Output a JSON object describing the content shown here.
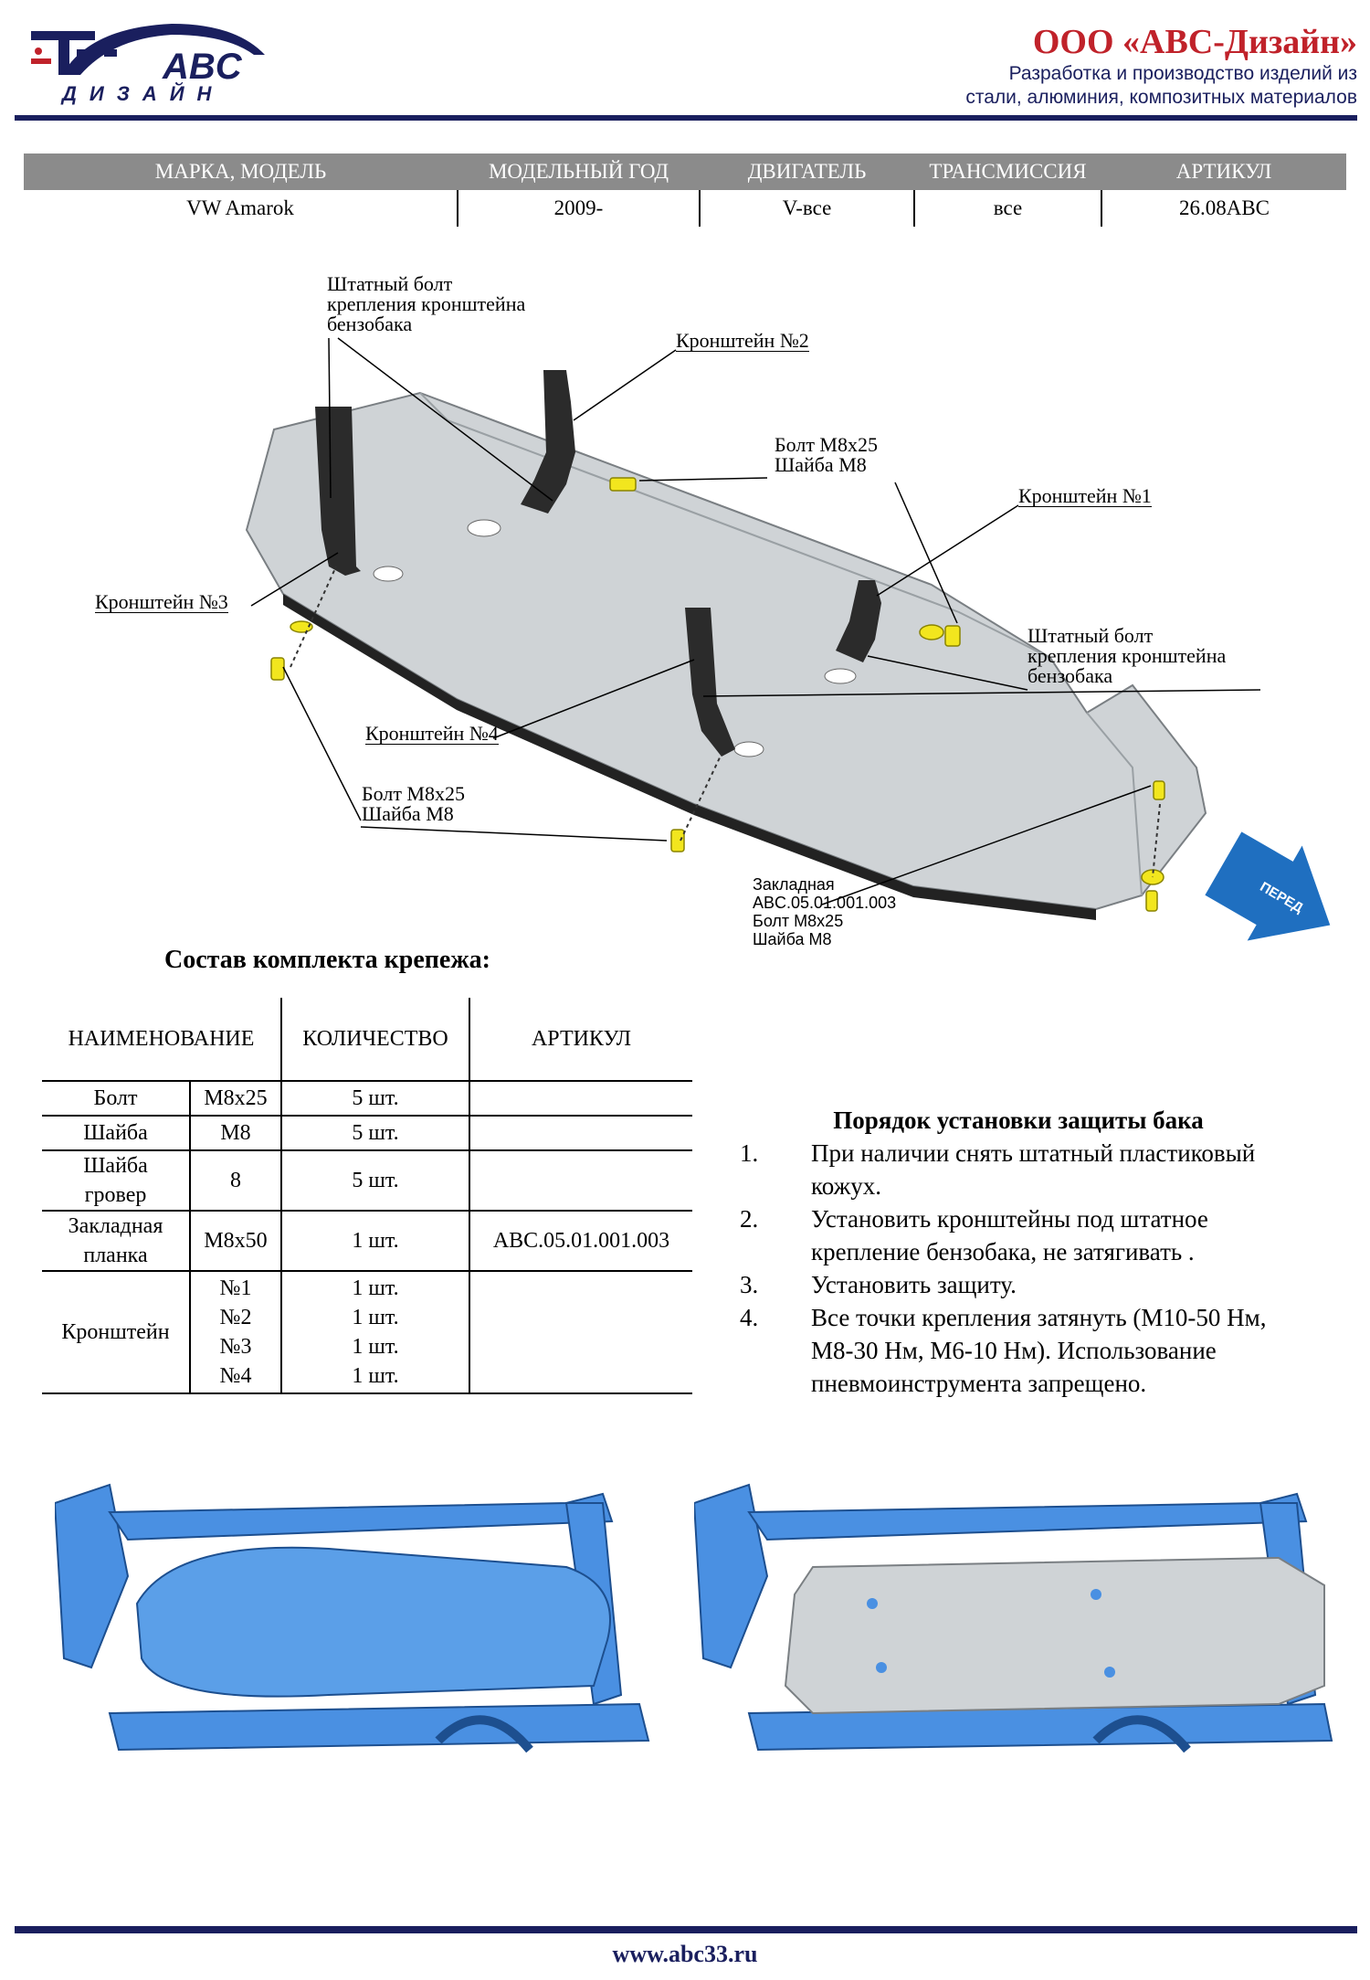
{
  "header": {
    "logo_text": "ABC",
    "logo_subtext": "ДИЗАЙН",
    "company_name": "ООО «ABC-Дизайн»",
    "company_line1": "Разработка и производство изделий из",
    "company_line2": "стали, алюминия, композитных материалов"
  },
  "spec_table": {
    "headers": [
      "МАРКА, МОДЕЛЬ",
      "МОДЕЛЬНЫЙ ГОД",
      "ДВИГАТЕЛЬ",
      "ТРАНСМИССИЯ",
      "АРТИКУЛ"
    ],
    "row": [
      "VW Amarok",
      "2009-",
      "V-все",
      "все",
      "26.08ABC"
    ]
  },
  "diagram": {
    "label_std_bolt_top": [
      "Штатный болт",
      "крепления кронштейна",
      "бензобака"
    ],
    "label_bracket2": "Кронштейн №2",
    "label_bolt_top": [
      "Болт М8х25",
      "Шайба М8"
    ],
    "label_bracket1": "Кронштейн №1",
    "label_bracket3": "Кронштейн №3",
    "label_std_bolt_right": [
      "Штатный болт",
      "крепления кронштейна",
      "бензобака"
    ],
    "label_bracket4": "Кронштейн №4",
    "label_bolt_bottom": [
      "Болт М8х25",
      "Шайба М8"
    ],
    "label_insert": [
      "Закладная",
      "ABC.05.01.001.003",
      "Болт М8х25",
      "Шайба М8"
    ],
    "arrow_label": "ПЕРЕД",
    "colors": {
      "plate": "#cfd3d6",
      "bracket": "#2b2b2b",
      "bolt": "#f2e61e",
      "arrow": "#1f6fc0"
    }
  },
  "kit": {
    "title": "Состав комплекта крепежа:",
    "headers": [
      "НАИМЕНОВАНИЕ",
      "КОЛИЧЕСТВО",
      "АРТИКУЛ"
    ],
    "rows": [
      {
        "name": "Болт",
        "size": "М8х25",
        "qty": "5 шт.",
        "art": ""
      },
      {
        "name": "Шайба",
        "size": "М8",
        "qty": "5 шт.",
        "art": ""
      },
      {
        "name": "Шайба гровер",
        "size": "8",
        "qty": "5 шт.",
        "art": ""
      },
      {
        "name": "Закладная планка",
        "size": "М8х50",
        "qty": "1 шт.",
        "art": "ABC.05.01.001.003"
      }
    ],
    "bracket": {
      "name": "Кронштейн",
      "sizes": [
        "№1",
        "№2",
        "№3",
        "№4"
      ],
      "qtys": [
        "1 шт.",
        "1 шт.",
        "1 шт.",
        "1 шт."
      ]
    }
  },
  "order": {
    "title": "Порядок установки защиты бака",
    "steps": [
      {
        "n": "1.",
        "text": "При наличии снять штатный пластиковый кожух."
      },
      {
        "n": "2.",
        "text": "Установить кронштейны под штатное крепление бензобака, не затягивать ."
      },
      {
        "n": "3.",
        "text": "Установить защиту."
      },
      {
        "n": "4.",
        "text": "Все точки крепления затянуть (М10-50 Нм, М8-30 Нм, М6-10 Нм). Использование пневмоинструмента запрещено."
      }
    ]
  },
  "footer": {
    "url": "www.abc33.ru"
  }
}
